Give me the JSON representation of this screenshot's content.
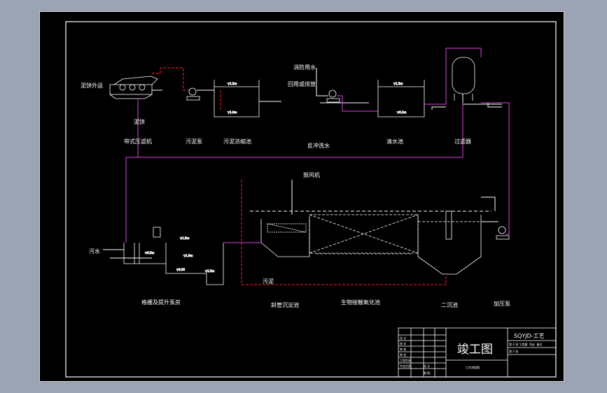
{
  "labels": {
    "sludge_out": "泥饼外运",
    "sludge_stack": "泥饼",
    "belt_press": "带式压滤机",
    "sludge_pump": "污泥泵",
    "sludge_thickener": "污泥浓缩池",
    "fire_water": "消防用水",
    "reuse_discharge": "回用或排放",
    "backwash": "反冲洗水",
    "clear_pool": "清水池",
    "filter": "过滤器",
    "blower": "鼓风机",
    "sewage": "污水",
    "grille_pump_room": "格栅及提升泵房",
    "inclined_tube": "斜管沉淀池",
    "bio_contact": "生物接触氧化池",
    "secondary_settler": "二沉池",
    "booster_pump": "加压泵",
    "sludge_line": "污泥",
    "level_small": "▽ 0.000"
  },
  "title_block": {
    "main_title": "竣工图",
    "code": "SQYJD-工艺",
    "scale_row": "第 4 张 工程量（Kg）备注",
    "sheet_row": "第 2 张",
    "drawing_name": "工艺流程图",
    "rows": [
      "设 计",
      "校 对",
      "审 核",
      "审 定",
      "工程负责",
      "专业负责",
      "设 计",
      "制 图"
    ]
  },
  "colors": {
    "pipe_white": "#ffffff",
    "pipe_magenta": "#e040e0",
    "pipe_red": "#ff2020",
    "frame": "#d8d8d8"
  }
}
